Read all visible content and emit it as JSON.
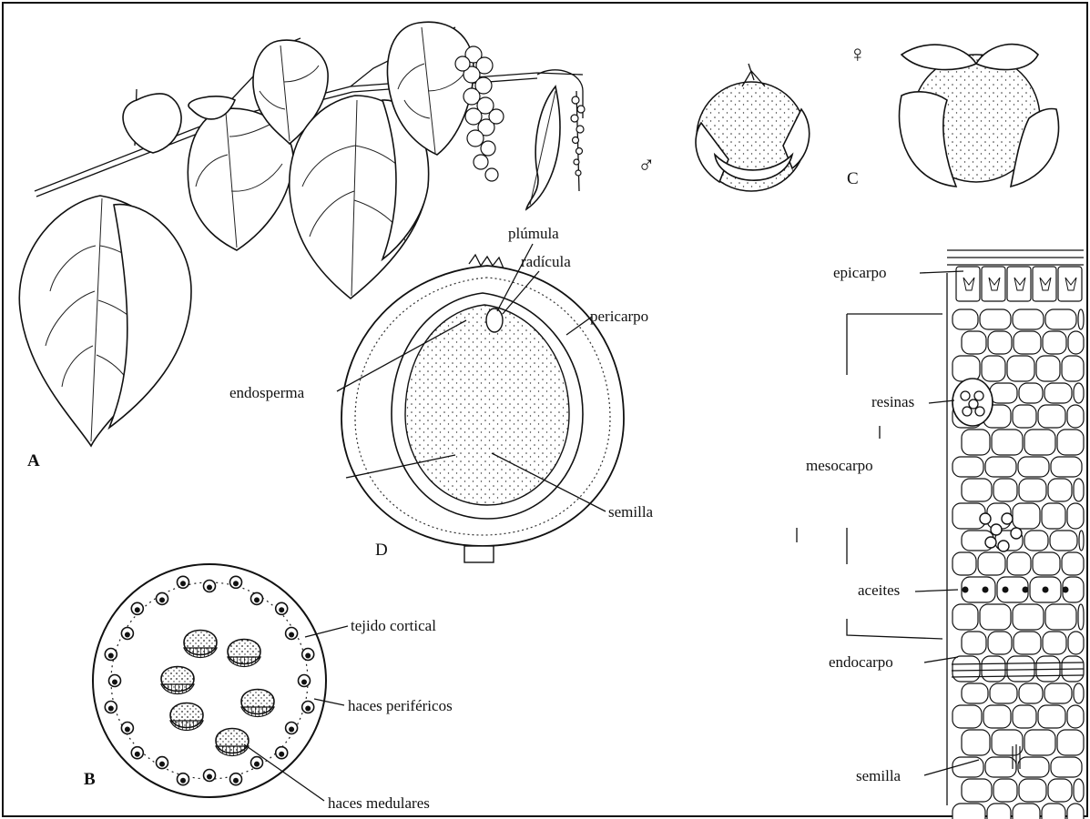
{
  "panels": {
    "A": "A",
    "B": "B",
    "C": "C",
    "D": "D"
  },
  "flower_symbols": {
    "male": "♂",
    "female": "♀"
  },
  "labels_d": {
    "plumula": "plúmula",
    "radicula": "radícula",
    "pericarpo": "pericarpo",
    "endosperma": "endosperma",
    "semilla": "semilla"
  },
  "labels_b": {
    "tejido_cortical": "tejido cortical",
    "haces_perifericos": "haces periféricos",
    "haces_medulares": "haces medulares"
  },
  "labels_section": {
    "epicarpo": "epicarpo",
    "resinas": "resinas",
    "mesocarpo": "mesocarpo",
    "aceites": "aceites",
    "endocarpo": "endocarpo",
    "semilla": "semilla"
  }
}
